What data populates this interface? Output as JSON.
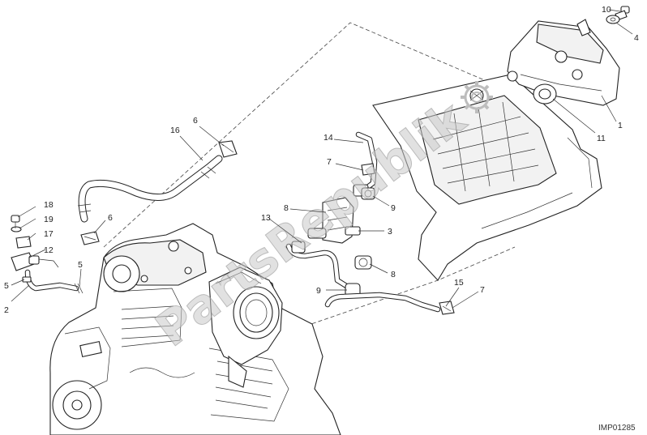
{
  "diagram": {
    "callouts": [
      {
        "id": "c10",
        "label": "10"
      },
      {
        "id": "c4",
        "label": "4"
      },
      {
        "id": "c1",
        "label": "1"
      },
      {
        "id": "c11",
        "label": "11"
      },
      {
        "id": "c6a",
        "label": "6"
      },
      {
        "id": "c16",
        "label": "16"
      },
      {
        "id": "c14",
        "label": "14"
      },
      {
        "id": "c7a",
        "label": "7"
      },
      {
        "id": "c8a",
        "label": "8"
      },
      {
        "id": "c9a",
        "label": "9"
      },
      {
        "id": "c13",
        "label": "13"
      },
      {
        "id": "c3",
        "label": "3"
      },
      {
        "id": "c6b",
        "label": "6"
      },
      {
        "id": "c18",
        "label": "18"
      },
      {
        "id": "c19",
        "label": "19"
      },
      {
        "id": "c17",
        "label": "17"
      },
      {
        "id": "c12",
        "label": "12"
      },
      {
        "id": "c5a",
        "label": "5"
      },
      {
        "id": "c5b",
        "label": "5"
      },
      {
        "id": "c2",
        "label": "2"
      },
      {
        "id": "c8b",
        "label": "8"
      },
      {
        "id": "c15",
        "label": "15"
      },
      {
        "id": "c7b",
        "label": "7"
      },
      {
        "id": "c9b",
        "label": "9"
      }
    ],
    "drawing_code": "IMP01285",
    "watermark": "PartsRepublik"
  }
}
